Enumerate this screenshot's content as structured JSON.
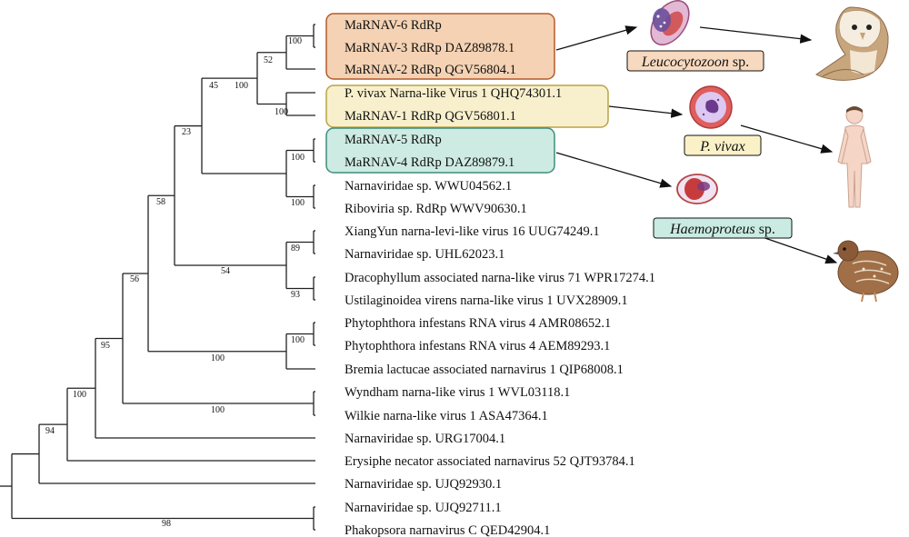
{
  "leaves": [
    "MaRNAV-6 RdRp",
    "MaRNAV-3 RdRp DAZ89878.1",
    "MaRNAV-2 RdRp QGV56804.1",
    "P. vivax Narna-like Virus 1 QHQ74301.1",
    "MaRNAV-1 RdRp QGV56801.1",
    "MaRNAV-5 RdRp",
    "MaRNAV-4 RdRp DAZ89879.1",
    "Narnaviridae sp. WWU04562.1",
    "Riboviria sp. RdRp WWV90630.1",
    "XiangYun narna-levi-like virus 16 UUG74249.1",
    "Narnaviridae sp. UHL62023.1",
    "Dracophyllum associated narna-like virus 71 WPR17274.1",
    "Ustilaginoidea virens narna-like virus 1 UVX28909.1",
    "Phytophthora infestans RNA virus 4 AMR08652.1",
    "Phytophthora infestans RNA virus 4 AEM89293.1",
    "Bremia lactucae associated narnavirus 1 QIP68008.1",
    "Wyndham narna-like virus 1 WVL03118.1",
    "Wilkie narna-like virus 1 ASA47364.1",
    "Narnaviridae sp. URG17004.1",
    "Erysiphe necator associated narnavirus 52 QJT93784.1",
    "Narnaviridae sp. UJQ92930.1",
    "Narnaviridae sp. UJQ92711.1",
    "Phakopsora narnavirus C QED42904.1"
  ],
  "bootstrap": {
    "n1": "100",
    "n2": "52",
    "n3": "100",
    "n4": "45",
    "n5": "100",
    "n6": "100",
    "n7": "100",
    "n8": "23",
    "n9": "89",
    "n10": "93",
    "n11": "54",
    "n12": "58",
    "n13": "100",
    "n14": "100",
    "n15": "56",
    "n16": "100",
    "n17": "95",
    "n18": "100",
    "n19": "94",
    "n20": "98"
  },
  "parasites": [
    {
      "name": "Leucocytozoon",
      "suffix": " sp.",
      "box_color": "#f7d9bf"
    },
    {
      "name": "P. vivax",
      "suffix": "",
      "box_color": "#fbf1c7"
    },
    {
      "name": "Haemoproteus",
      "suffix": " sp.",
      "box_color": "#c9ebe2"
    }
  ],
  "hosts": [
    "owl-icon",
    "human-icon",
    "quail-icon"
  ],
  "colors": {
    "orange_box": "#f4d2b3",
    "orange_border": "#b45b2a",
    "yellow_box": "#f8f0cc",
    "yellow_border": "#b9a445",
    "teal_box": "#cdebe3",
    "teal_border": "#3f8d7c"
  }
}
